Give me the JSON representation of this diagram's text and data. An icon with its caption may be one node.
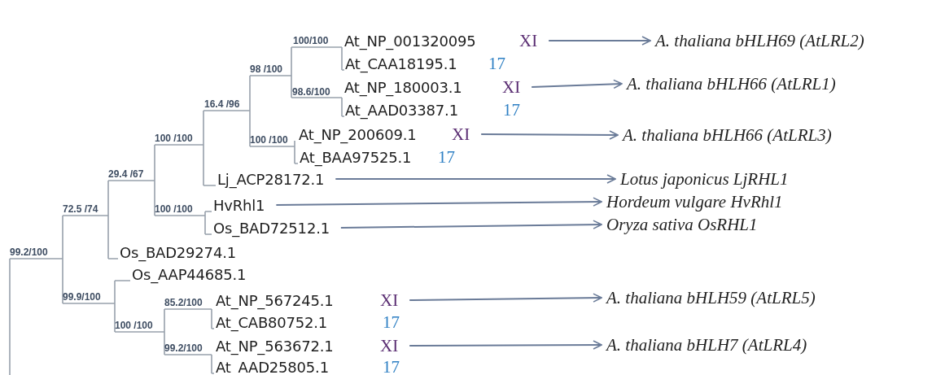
{
  "diagram": {
    "nodes": [
      {
        "text": [
          "At_NP_001320095"
        ],
        "beside": [
          "XI"
        ]
      },
      {
        "text": [
          "At_CAA18195.1"
        ],
        "beside": [
          "17"
        ]
      },
      {
        "text": [
          "At_NP_180003.1"
        ],
        "beside": [
          "XI"
        ]
      },
      {
        "text": [
          "At_AAD03387.1"
        ],
        "beside": [
          "17"
        ]
      },
      {
        "text": [
          "At_NP_200609.1"
        ],
        "beside": [
          "XI"
        ]
      },
      {
        "text": [
          "At_BAA97525.1"
        ],
        "beside": [
          "17"
        ]
      },
      {
        "text": [
          "Lj_ACP28172.1"
        ]
      },
      {
        "text": [
          "HvRhl1"
        ]
      },
      {
        "text": [
          "Os_BAD72512.1"
        ]
      },
      {
        "text": [
          "Os_BAD29274.1"
        ]
      },
      {
        "text": [
          "Os_AAP44685.1"
        ]
      },
      {
        "text": [
          "At_NP_567245.1"
        ],
        "beside": [
          "XI"
        ]
      },
      {
        "text": [
          "At_CAB80752.1"
        ],
        "beside": [
          "17"
        ]
      },
      {
        "text": [
          "At_NP_563672.1"
        ],
        "beside": [
          "XI"
        ]
      },
      {
        "text": [
          "At_AAD25805.1"
        ],
        "beside": [
          "17"
        ]
      },
      {
        "text": [
          "A. thaliana bHLH69 (AtLRL2)"
        ]
      },
      {
        "text": [
          "A. thaliana bHLH66 (AtLRL1)"
        ]
      },
      {
        "text": [
          "A. thaliana bHLH66 (AtLRL3)"
        ]
      },
      {
        "text": [
          "Lotus japonicus LjRHL1"
        ]
      },
      {
        "text": [
          "Hordeum vulgare HvRhl1"
        ]
      },
      {
        "text": [
          "Oryza sativa OsRHL1"
        ]
      },
      {
        "text": [
          "A. thaliana bHLH59 (AtLRL5)"
        ]
      },
      {
        "text": [
          "A. thaliana bHLH7 (AtLRL4)"
        ]
      }
    ],
    "edges": [
      {
        "from": 0,
        "to": 15,
        "arrow": "to"
      },
      {
        "from": 2,
        "to": 16,
        "arrow": "to"
      },
      {
        "from": 4,
        "to": 17,
        "arrow": "to"
      },
      {
        "from": 6,
        "to": 18,
        "arrow": "to"
      },
      {
        "from": 7,
        "to": 19,
        "arrow": "to"
      },
      {
        "from": 8,
        "to": 20,
        "arrow": "to"
      },
      {
        "from": 11,
        "to": 21,
        "arrow": "to"
      },
      {
        "from": 13,
        "to": 22,
        "arrow": "to"
      }
    ],
    "labels": [
      "100/100",
      "98 /100",
      "98.6/100",
      "16.4 /96",
      "100 /100",
      "100 /100",
      "29.4 /67",
      "72.5 /74",
      "100 /100",
      "99.2/100",
      "99.9/100",
      "85.2/100",
      "100 /100",
      "99.2/100"
    ]
  }
}
